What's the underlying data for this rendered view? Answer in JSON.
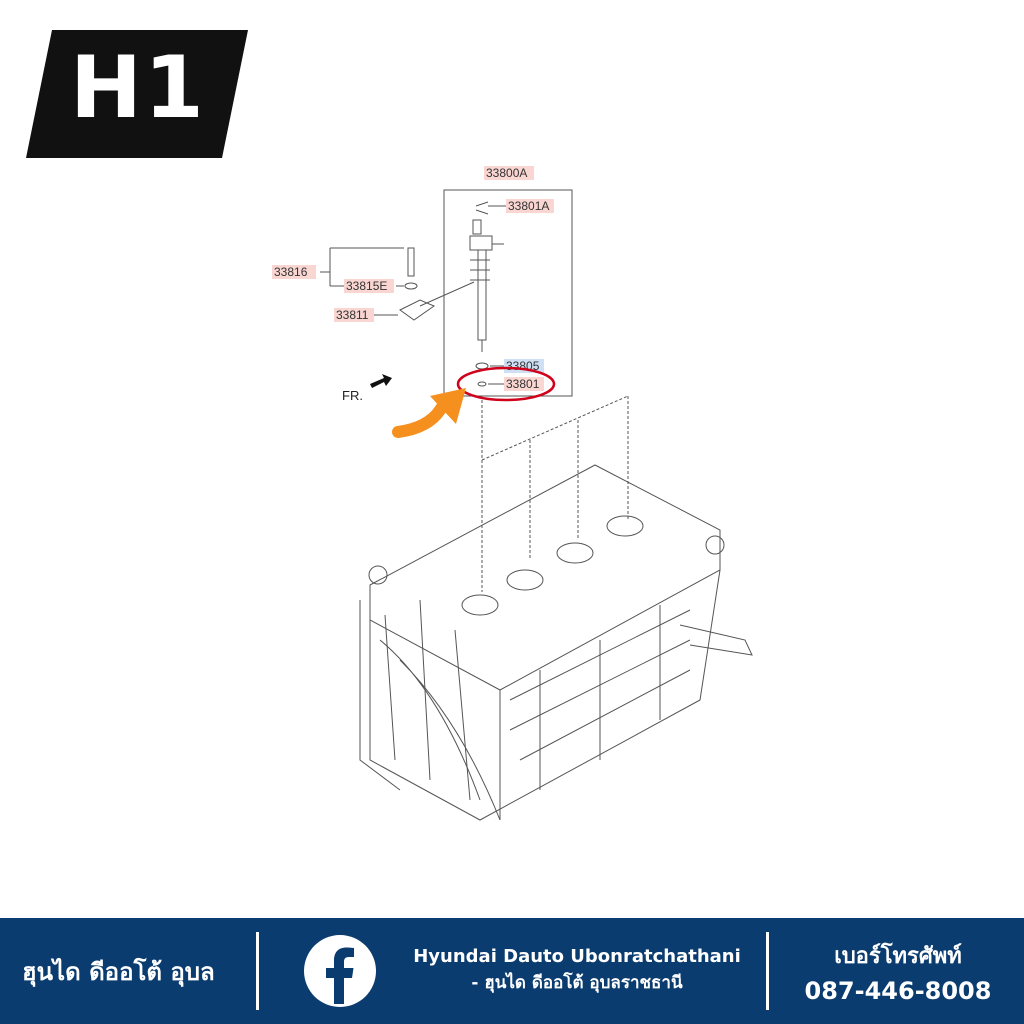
{
  "badge": {
    "model": "H1"
  },
  "diagram": {
    "parts": {
      "assembly": "33800A",
      "clip": "33801A",
      "bolt_group": "33816",
      "washer": "33815E",
      "clamp": "33811",
      "o_ring": "33805",
      "seal": "33801"
    },
    "front_marker": "FR.",
    "colors": {
      "highlight": "#d0021b",
      "arrow": "#f5901e",
      "label_bg": "#f9d6d2",
      "label_bg_alt": "#cfe0f5"
    }
  },
  "footer": {
    "shop_name": "ฮุนได ดีออโต้ อุบล",
    "facebook_icon": "facebook-icon",
    "facebook_line1": "Hyundai Dauto Ubonratchathani",
    "facebook_line2": "- ฮุนได ดีออโต้ อุบลราชธานี",
    "phone_label": "เบอร์โทรศัพท์",
    "phone_number": "087-446-8008",
    "colors": {
      "background": "#0b3c6f",
      "text": "#ffffff"
    }
  }
}
